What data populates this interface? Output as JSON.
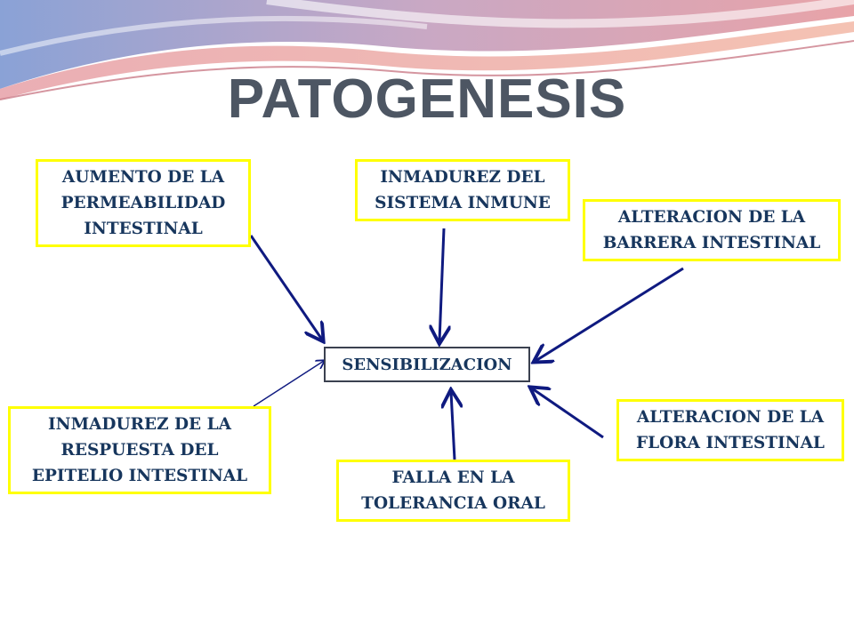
{
  "title": "PATOGENESIS",
  "center": "SENSIBILIZACION",
  "factors": {
    "permeabilidad": "AUMENTO DE LA\nPERMEABILIDAD\nINTESTINAL",
    "inmune": "INMADUREZ DEL\nSISTEMA INMUNE",
    "barrera": "ALTERACION DE LA\nBARRERA INTESTINAL",
    "epitelio": "INMADUREZ DE LA\nRESPUESTA  DEL\nEPITELIO INTESTINAL",
    "tolerancia": "FALLA EN LA\nTOLERANCIA  ORAL",
    "flora": "ALTERACION DE LA\nFLORA INTESTINAL"
  },
  "colors": {
    "box_border": "#ffff00",
    "text": "#17365d",
    "arrow": "#0f1a80",
    "title": "#4d5663"
  }
}
